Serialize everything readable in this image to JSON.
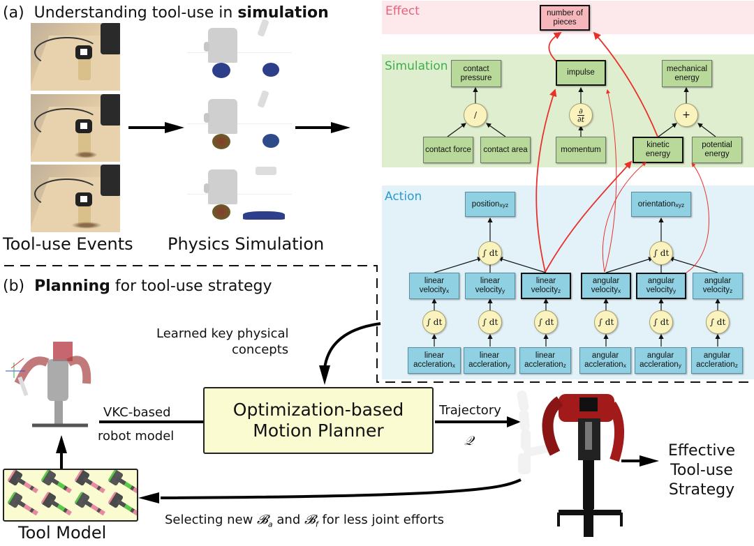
{
  "panel_a": {
    "prefix": "(a)",
    "title_pre": "Understanding tool-use in ",
    "title_bold": "simulation",
    "caption_events": "Tool-use Events",
    "caption_sim": "Physics Simulation"
  },
  "panel_b": {
    "prefix": "(b)",
    "title_bold": "Planning",
    "title_post": " for tool-use strategy"
  },
  "graph": {
    "bands": {
      "effect": "Effect",
      "simulation": "Simulation",
      "action": "Action"
    },
    "colors": {
      "effect_band": "#fde9ec",
      "effect_label": "#e8607a",
      "simulation_band": "#e0eed0",
      "simulation_label": "#3cae4a",
      "action_band": "#e2f2f8",
      "action_label": "#2a9ad2",
      "red_edge": "#e8302a"
    },
    "effect_nodes": {
      "pieces": "number of pieces"
    },
    "sim_nodes": {
      "contact_pressure": "contact pressure",
      "impulse": "impulse",
      "mechanical_energy": "mechanical energy",
      "contact_force": "contact force",
      "contact_area": "contact area",
      "momentum": "momentum",
      "kinetic_energy": "kinetic energy",
      "potential_energy": "potential energy"
    },
    "operators": {
      "divide": "/",
      "derivative_num": "∂",
      "derivative_den": "∂t",
      "plus": "+",
      "integral": "∫ dt"
    },
    "action_top": [
      {
        "label": "position",
        "sub": "xyz"
      },
      {
        "label": "orientation",
        "sub": "xyz"
      }
    ],
    "velocities": [
      {
        "l1": "linear",
        "l2": "velocity",
        "sub": "x",
        "bold": false
      },
      {
        "l1": "linear",
        "l2": "velocity",
        "sub": "y",
        "bold": false
      },
      {
        "l1": "linear",
        "l2": "velocity",
        "sub": "z",
        "bold": true
      },
      {
        "l1": "angular",
        "l2": "velocity",
        "sub": "x",
        "bold": true
      },
      {
        "l1": "angular",
        "l2": "velocity",
        "sub": "y",
        "bold": true
      },
      {
        "l1": "angular",
        "l2": "velocity",
        "sub": "z",
        "bold": false
      }
    ],
    "accelerations": [
      {
        "l1": "linear",
        "l2": "accleration",
        "sub": "x"
      },
      {
        "l1": "linear",
        "l2": "accleration",
        "sub": "y"
      },
      {
        "l1": "linear",
        "l2": "accleration",
        "sub": "z"
      },
      {
        "l1": "angular",
        "l2": "accleration",
        "sub": "x"
      },
      {
        "l1": "angular",
        "l2": "accleration",
        "sub": "y"
      },
      {
        "l1": "angular",
        "l2": "accleration",
        "sub": "z"
      }
    ]
  },
  "pipeline": {
    "learned_label_1": "Learned key physical",
    "learned_label_2": "concepts",
    "vkc_1": "VKC-based",
    "vkc_2": "robot model",
    "planner_1": "Optimization-based",
    "planner_2": "Motion Planner",
    "trajectory": "Trajectory",
    "trajectory_symbol": "𝒬",
    "effective_1": "Effective",
    "effective_2": "Tool-use",
    "effective_3": "Strategy",
    "tool_model": "Tool Model",
    "feedback_pre": "Selecting new ",
    "feedback_ba": "𝓑",
    "feedback_ba_sub": "a",
    "feedback_mid": " and ",
    "feedback_bf": "𝓑",
    "feedback_bf_sub": "f",
    "feedback_post": " for less joint efforts"
  }
}
